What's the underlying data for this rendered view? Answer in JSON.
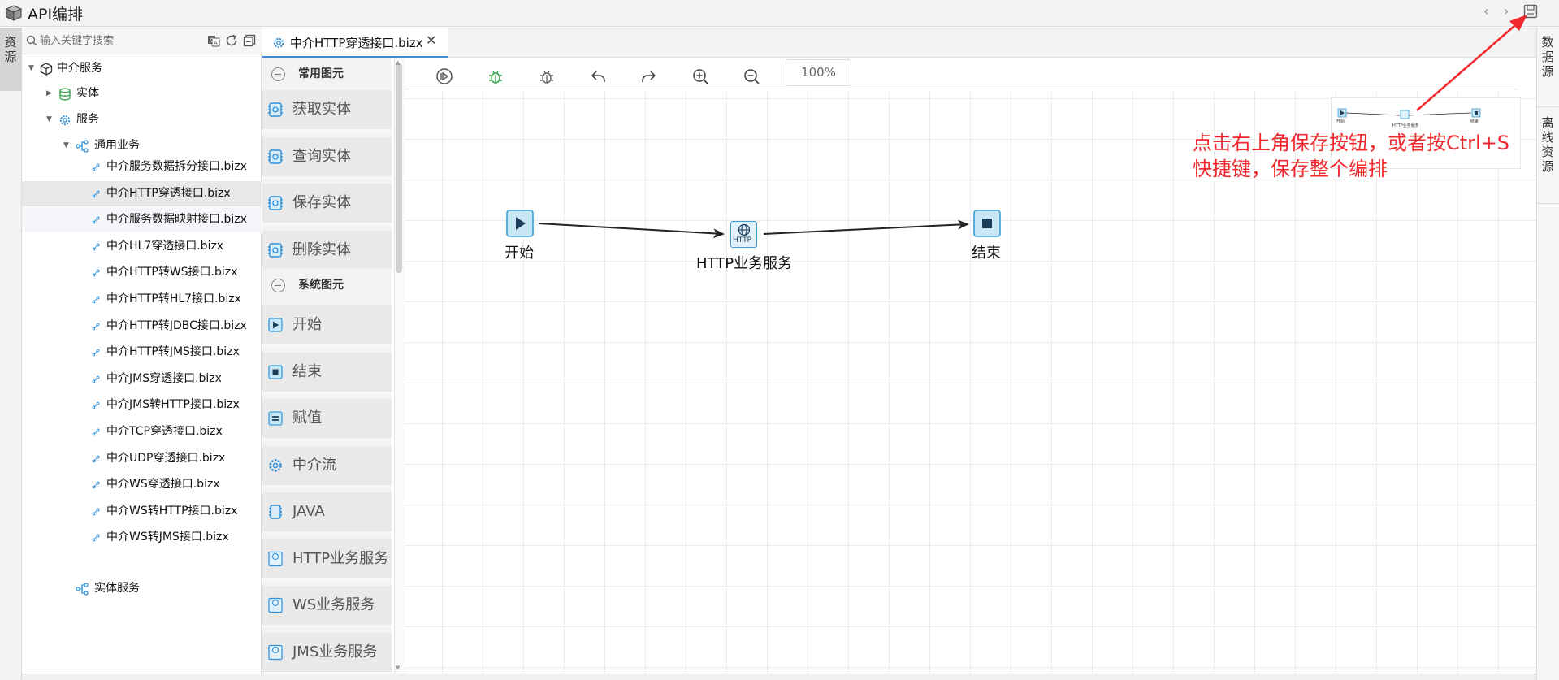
{
  "app": {
    "title": "API编排"
  },
  "left_sidebar": {
    "tab": "资源"
  },
  "right_sidebar": {
    "tabs": [
      "数据源",
      "离线资源"
    ]
  },
  "search": {
    "placeholder": "输入关键字搜索"
  },
  "tree": {
    "root": "中介服务",
    "entity": "实体",
    "service": "服务",
    "general": "通用业务",
    "files": [
      "中介服务数据拆分接口.bizx",
      "中介HTTP穿透接口.bizx",
      "中介服务数据映射接口.bizx",
      "中介HL7穿透接口.bizx",
      "中介HTTP转WS接口.bizx",
      "中介HTTP转HL7接口.bizx",
      "中介HTTP转JDBC接口.bizx",
      "中介HTTP转JMS接口.bizx",
      "中介JMS穿透接口.bizx",
      "中介JMS转HTTP接口.bizx",
      "中介TCP穿透接口.bizx",
      "中介UDP穿透接口.bizx",
      "中介WS穿透接口.bizx",
      "中介WS转HTTP接口.bizx",
      "中介WS转JMS接口.bizx"
    ],
    "entity_service": "实体服务"
  },
  "editor_tab": {
    "label": "中介HTTP穿透接口.bizx"
  },
  "palette": {
    "group_common": "常用图元",
    "common_items": [
      "获取实体",
      "查询实体",
      "保存实体",
      "删除实体"
    ],
    "group_system": "系统图元",
    "system_items": [
      "开始",
      "结束",
      "赋值",
      "中介流",
      "JAVA",
      "HTTP业务服务",
      "WS业务服务",
      "JMS业务服务"
    ]
  },
  "toolbar": {
    "zoom": "100%"
  },
  "flow": {
    "start_label": "开始",
    "http_label": "HTTP业务服务",
    "http_icon_text": "HTTP",
    "end_label": "结束"
  },
  "minimap": {
    "labels": [
      "开始",
      "HTTP业务服务",
      "结束"
    ]
  },
  "annotation": {
    "line1": "点击右上角保存按钮，或者按Ctrl+S",
    "line2": "快捷键，保存整个编排",
    "color": "#f0282d"
  },
  "colors": {
    "node_fill": "#c9e6f7",
    "node_border": "#3a9fd6",
    "node_icon": "#1b3e5a"
  }
}
